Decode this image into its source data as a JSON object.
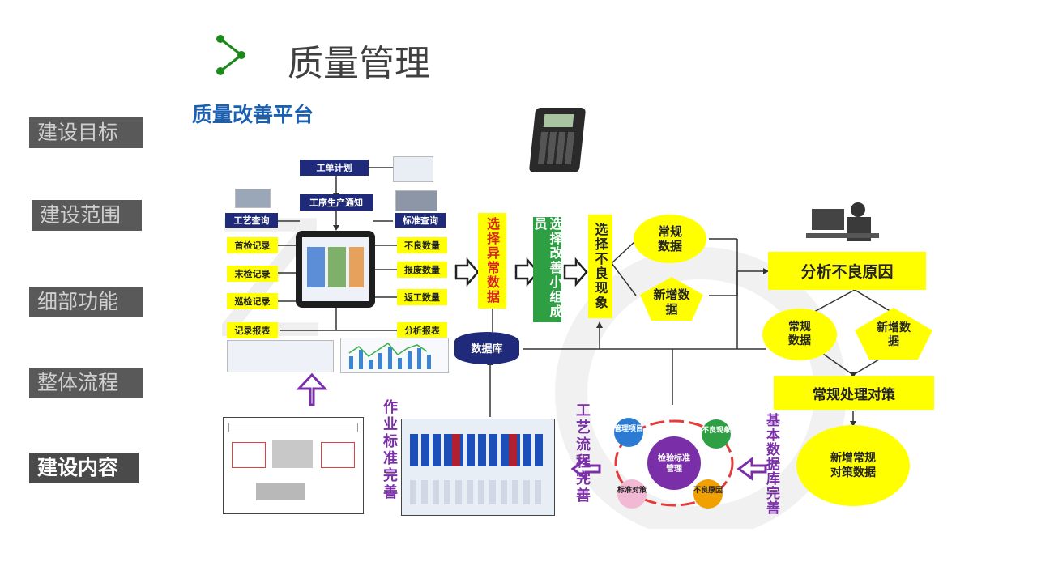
{
  "header": {
    "title": "质量管理",
    "subtitle": "质量改善平台"
  },
  "nav": {
    "items": [
      {
        "label": "建设目标"
      },
      {
        "label": "建设范围"
      },
      {
        "label": "细部功能"
      },
      {
        "label": "整体流程"
      },
      {
        "label": "建设内容"
      }
    ]
  },
  "diagram": {
    "work_plan": "工单计划",
    "process_notice": "工序生产通知",
    "process_query": "工艺查询",
    "standard_query": "标准查询",
    "first_check": "首检记录",
    "last_check": "末检记录",
    "patrol_check": "巡检记录",
    "record_report": "记录报表",
    "defect_qty": "不良数量",
    "scrap_qty": "报废数量",
    "rework_qty": "返工数量",
    "analysis_report": "分析报表",
    "select_abnormal": "选择异常数据",
    "select_group": "选择改善小组成员",
    "select_defect": "选择不良现象",
    "regular_data": "常规数据",
    "new_data": "新增数据",
    "database": "数据库",
    "analyze_cause": "分析不良原因",
    "regular_data_2": "常规数据",
    "new_data_2": "新增数据",
    "regular_countermeasure": "常规处理对策",
    "new_regular_line1": "新增常规",
    "new_regular_line2": "对策数据",
    "basic_db_complete": "基本数据库完善",
    "process_flow_complete": "工艺流程完善",
    "work_standard_complete": "作业标准完善",
    "cycle_center_line1": "检验标准",
    "cycle_center_line2": "管理",
    "cycle_items": [
      "管理项目",
      "不良现象",
      "不良原因",
      "标准对策"
    ]
  }
}
